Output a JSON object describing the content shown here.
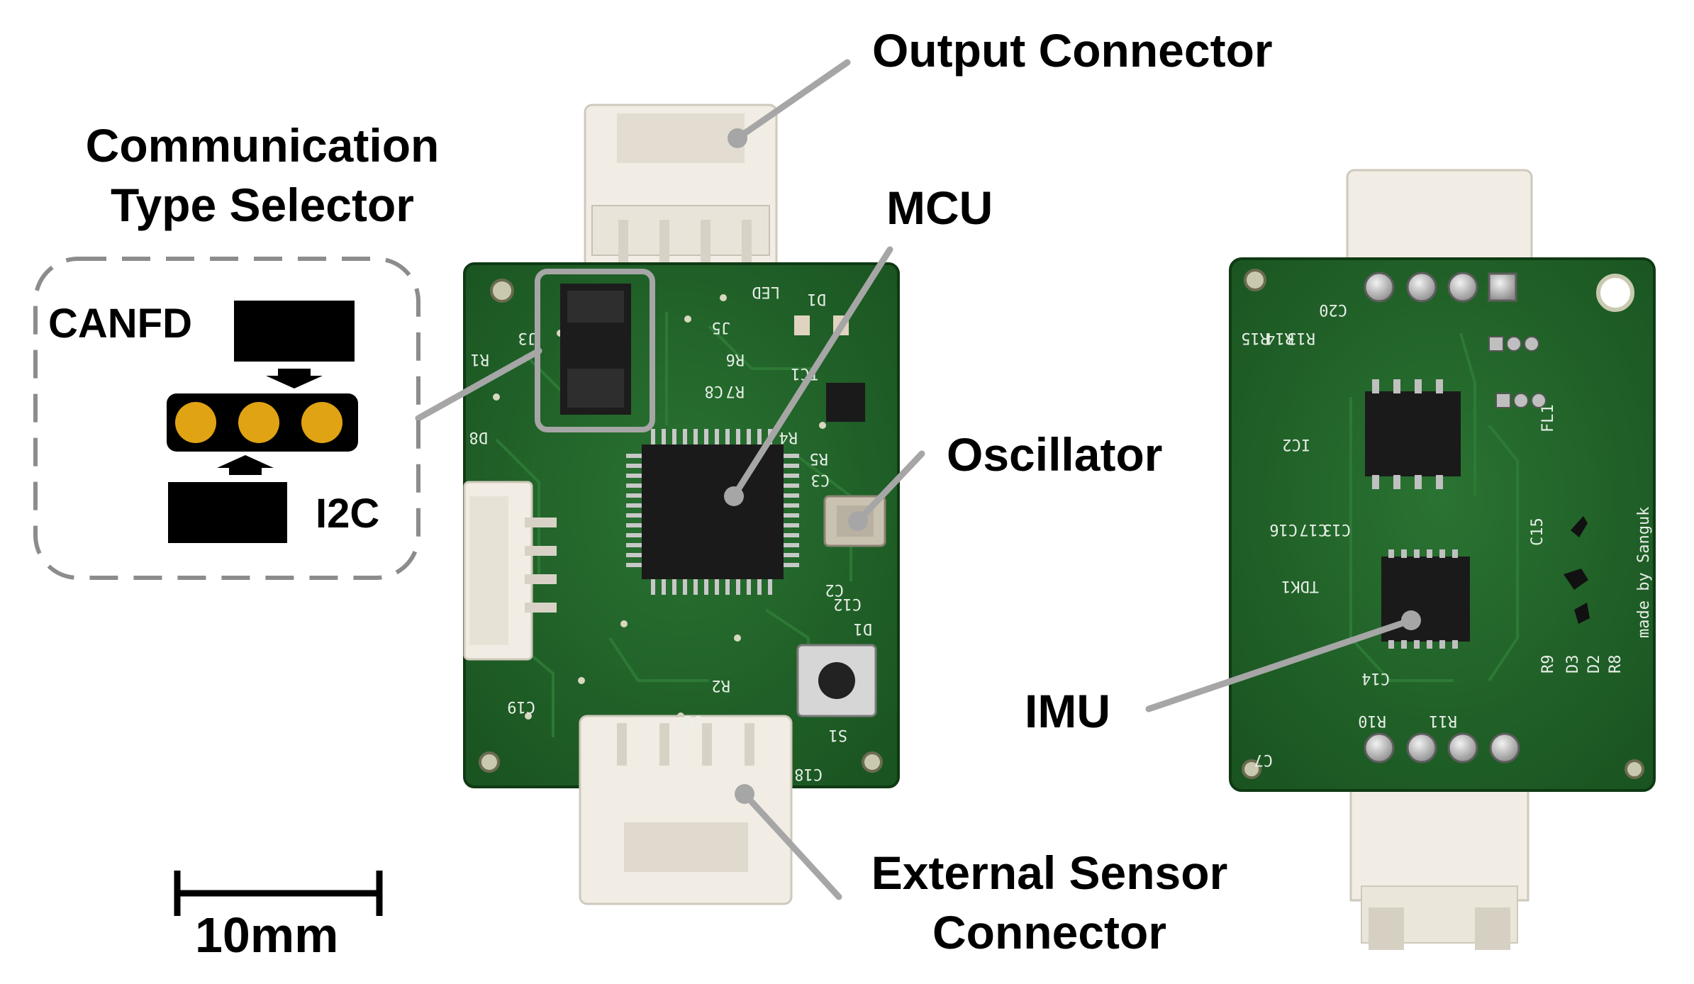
{
  "labels": {
    "output_connector": "Output Connector",
    "mcu": "MCU",
    "oscillator": "Oscillator",
    "external_sensor_line1": "External Sensor",
    "external_sensor_line2": "Connector",
    "imu": "IMU",
    "comm_selector_line1": "Communication",
    "comm_selector_line2": "Type Selector",
    "canfd": "CANFD",
    "i2c": "I2C",
    "scale_bar": "10mm"
  },
  "silkscreen_front": [
    "J3",
    "J5",
    "LED",
    "D1",
    "R6",
    "R7",
    "C8",
    "IC1",
    "R5",
    "R4",
    "C3",
    "D8",
    "C2",
    "C12",
    "D1",
    "R2",
    "J1",
    "S1",
    "C18",
    "C19",
    "R1"
  ],
  "silkscreen_back": [
    "R15",
    "R14",
    "R13",
    "C20",
    "IC2",
    "C16",
    "C17",
    "C13",
    "TDK1",
    "C15",
    "C14",
    "R10",
    "R11",
    "C7",
    "R9",
    "D3",
    "D2",
    "R8",
    "FL1",
    "made by Sanguk"
  ],
  "colors": {
    "pcb_green": "#1f5f27",
    "pcb_dark": "#123d18",
    "connector_white": "#f1ede4",
    "chip_black": "#1a1a1a",
    "pin_gold": "#e0a313",
    "leader_gray": "#a6a6a6",
    "box_dash_gray": "#8c8c8c"
  }
}
